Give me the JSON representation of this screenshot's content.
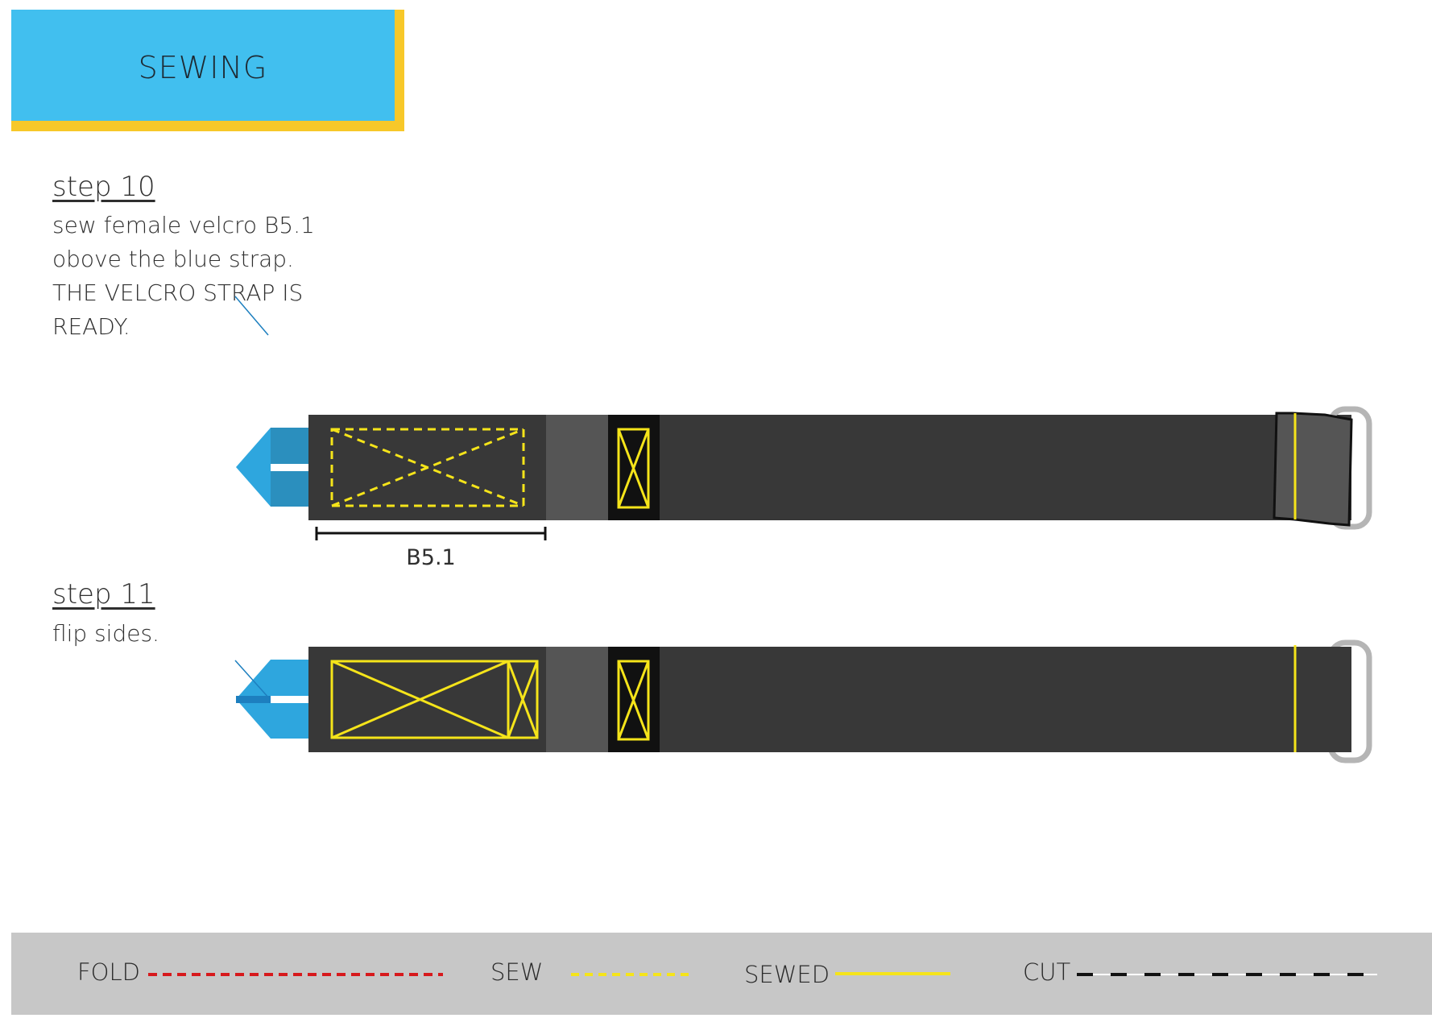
{
  "header": {
    "title": "SEWING"
  },
  "colors": {
    "header_blue": "#41bfef",
    "header_accent": "#f7c829",
    "strap_dark": "#383838",
    "strap_mid": "#555555",
    "strap_black": "#111111",
    "buckle_blue": "#2ea6de",
    "stitch_yellow": "#f5e41a",
    "ring_gray": "#b5b5b5",
    "fold_red": "#d7191c",
    "legend_bg": "#c7c7c7"
  },
  "steps": [
    {
      "heading": "step 10",
      "lines": [
        "sew female velcro B5.1",
        "obove the blue strap.",
        "THE VELCRO STRAP IS",
        "READY."
      ]
    },
    {
      "heading": "step 11",
      "lines": [
        "flip sides."
      ]
    }
  ],
  "dimension": {
    "label": "B5.1"
  },
  "legend": {
    "fold": "FOLD",
    "sew": "SEW",
    "sewed": "SEWED",
    "cut": "CUT"
  }
}
